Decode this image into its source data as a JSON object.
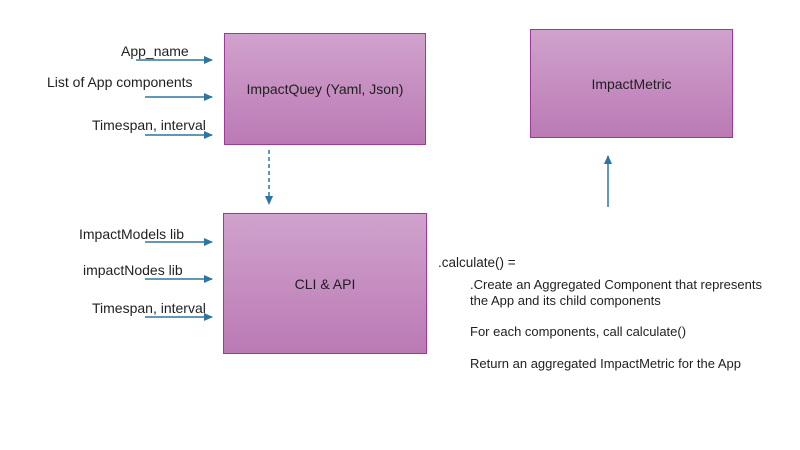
{
  "boxes": {
    "impact_query": {
      "label": "ImpactQuey (Yaml, Json)"
    },
    "impact_metric": {
      "label": "ImpactMetric"
    },
    "cli_api": {
      "label": "CLI & API"
    }
  },
  "inputs_top": [
    "App_name",
    "List of App components",
    "Timespan, interval"
  ],
  "inputs_bottom": [
    "ImpactModels lib",
    "impactNodes lib",
    "Timespan, interval"
  ],
  "annotation": {
    "heading": ".calculate() =",
    "lines": [
      ".Create an Aggregated Component that represents",
      "the App and its child components",
      "For each components, call calculate()",
      "Return an aggregated ImpactMetric for the App"
    ]
  },
  "colors": {
    "box_fill_top": "#d0a2cc",
    "box_fill_bottom": "#bb7ab5",
    "box_border": "#9c3a97",
    "arrow": "#2e75a4",
    "text": "#1f1f1f",
    "bg": "#ffffff"
  }
}
